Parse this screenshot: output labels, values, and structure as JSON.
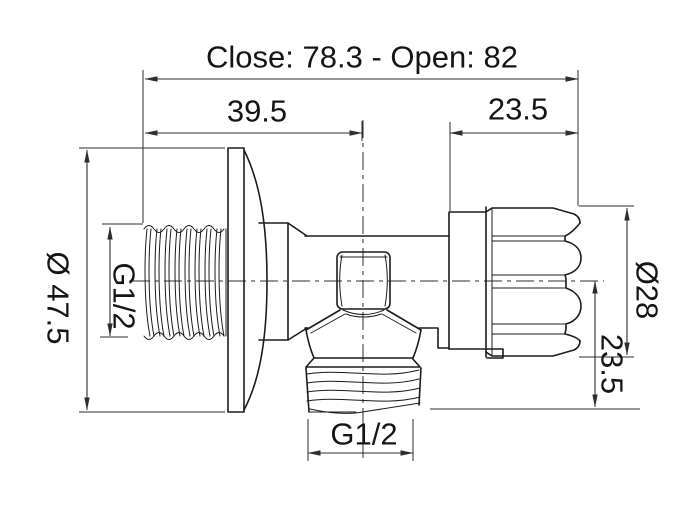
{
  "drawing": {
    "dimensions": {
      "overall_length": "Close: 78.3 - Open: 82",
      "inlet_length": "39.5",
      "handle_length": "23.5",
      "flange_diameter": "Ø 47.5",
      "inlet_thread": "G1/2",
      "handle_diameter": "Ø28",
      "outlet_offset": "23.5",
      "outlet_thread": "G1/2"
    },
    "colors": {
      "line": "#1c1c1c",
      "dimension": "#2e2e2e",
      "background": "#ffffff"
    }
  }
}
